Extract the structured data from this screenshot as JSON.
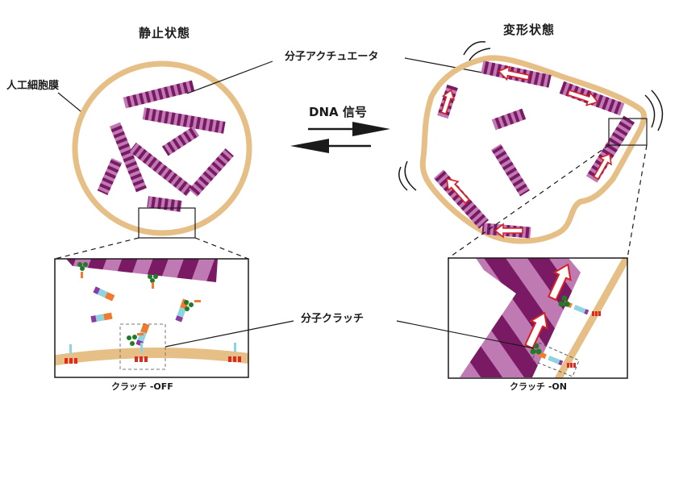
{
  "figure": {
    "left_panel": {
      "title": "静止状態",
      "membrane_label": "人工細胞膜",
      "inset_caption": "クラッチ -OFF"
    },
    "right_panel": {
      "title": "変形状態",
      "inset_caption": "クラッチ -ON"
    },
    "center": {
      "actuator_label": "分子アクチュエータ",
      "signal_label": "DNA 信号",
      "clutch_label": "分子クラッチ"
    },
    "colors": {
      "membrane": "#e6bf86",
      "actuator_dark": "#7a1a64",
      "actuator_light": "#c07ab3",
      "force_arrow_outline": "#d92020",
      "linker_cyan": "#8fd3e0",
      "linker_orange": "#f07a30",
      "linker_purple": "#8a3aa0",
      "binder_green": "#1f7a2a",
      "anchor_red": "#e02a20",
      "line": "#1a1a1a"
    }
  }
}
